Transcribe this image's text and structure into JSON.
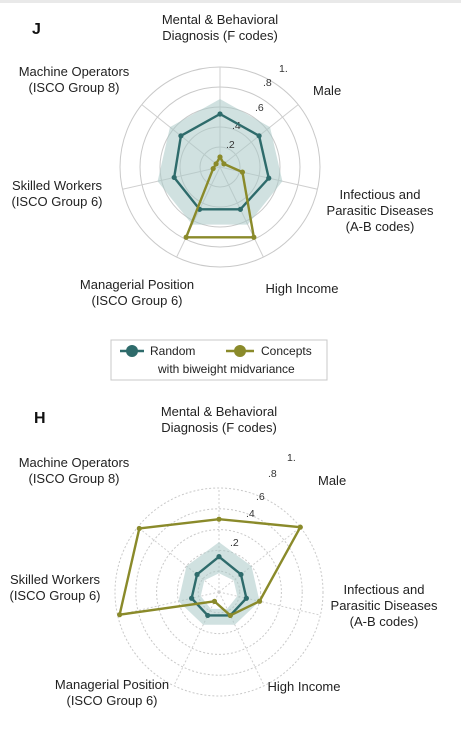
{
  "chart_data": [
    {
      "type": "radar",
      "panel_label": "J",
      "axes": [
        [
          "Mental & Behavioral",
          "Diagnosis (F codes)"
        ],
        [
          "Male"
        ],
        [
          "Infectious and",
          "Parasitic Diseases",
          "(A-B codes)"
        ],
        [
          "High Income"
        ],
        [
          "Managerial Position",
          "(ISCO Group 6)"
        ],
        [
          "Skilled Workers",
          "(ISCO Group 6)"
        ],
        [
          "Machine Operators",
          "(ISCO Group 8)"
        ]
      ],
      "rlim": [
        0,
        1
      ],
      "ticks": [
        ".2",
        ".4",
        ".6",
        ".8",
        "1."
      ],
      "tick_values": [
        0.2,
        0.4,
        0.6,
        0.8,
        1.0
      ],
      "band": {
        "lower": [
          0,
          0,
          0,
          0,
          0,
          0,
          0
        ],
        "upper": [
          0.68,
          0.64,
          0.64,
          0.64,
          0.64,
          0.64,
          0.64
        ]
      },
      "series": [
        {
          "name": "Random",
          "color": "#2e6b6b",
          "values": [
            0.53,
            0.5,
            0.5,
            0.47,
            0.47,
            0.47,
            0.5
          ]
        },
        {
          "name": "Concepts",
          "color": "#8a8a2a",
          "values": [
            0.1,
            0.05,
            0.23,
            0.78,
            0.78,
            0.07,
            0.05
          ]
        }
      ]
    },
    {
      "type": "radar",
      "panel_label": "H",
      "axes": [
        [
          "Mental & Behavioral",
          "Diagnosis (F codes)"
        ],
        [
          "Male"
        ],
        [
          "Infectious and",
          "Parasitic Diseases",
          "(A-B codes)"
        ],
        [
          "High Income"
        ],
        [
          "Managerial Position",
          "(ISCO Group 6)"
        ],
        [
          "Skilled Workers",
          "(ISCO Group 6)"
        ],
        [
          "Machine Operators",
          "(ISCO Group 8)"
        ]
      ],
      "rlim": [
        0,
        1
      ],
      "ticks": [
        ".2",
        ".4",
        ".6",
        ".8",
        "1."
      ],
      "tick_values": [
        0.2,
        0.4,
        0.6,
        0.8,
        1.0
      ],
      "band": {
        "lower": [
          0.18,
          0.18,
          0.18,
          0.18,
          0.18,
          0.18,
          0.18
        ],
        "upper": [
          0.48,
          0.4,
          0.4,
          0.35,
          0.35,
          0.4,
          0.4
        ]
      },
      "series": [
        {
          "name": "Random",
          "color": "#2e6b6b",
          "values": [
            0.34,
            0.27,
            0.27,
            0.25,
            0.25,
            0.27,
            0.27
          ]
        },
        {
          "name": "Concepts",
          "color": "#8a8a2a",
          "values": [
            0.7,
            1.0,
            0.4,
            0.25,
            0.1,
            0.98,
            0.98
          ]
        }
      ]
    }
  ],
  "legend": {
    "items": [
      {
        "label": "Random",
        "color": "#2e6b6b"
      },
      {
        "label": "Concepts",
        "color": "#8a8a2a"
      }
    ],
    "note": "with biweight midvariance"
  },
  "band_color": "#a9c8c6"
}
